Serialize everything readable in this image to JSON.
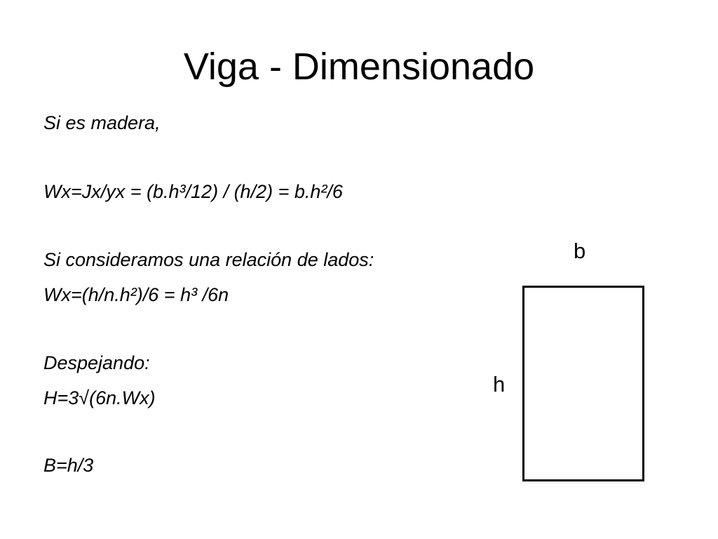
{
  "title": "Viga - Dimensionado",
  "lines": [
    "Si es madera,",
    "Wx=Jx/yx = (b.h³/12) / (h/2) = b.h²/6",
    "Si consideramos una relación de lados:",
    "Wx=(h/n.h²)/6 = h³ /6n",
    "Despejando:",
    "H=3√(6n.Wx)",
    "B=h/3"
  ],
  "diagram": {
    "width_label": "b",
    "height_label": "h"
  }
}
